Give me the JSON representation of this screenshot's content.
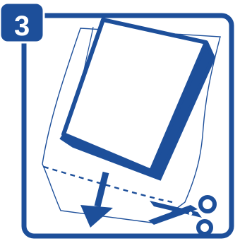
{
  "step": {
    "number": "3"
  },
  "colors": {
    "primary": "#1d4f9a",
    "background": "#ffffff"
  },
  "illustration": {
    "description_icons": [
      "panel-frame",
      "step-badge",
      "plastic-bag",
      "box",
      "dashed-cut-line",
      "down-arrow-icon",
      "scissors-icon"
    ]
  }
}
